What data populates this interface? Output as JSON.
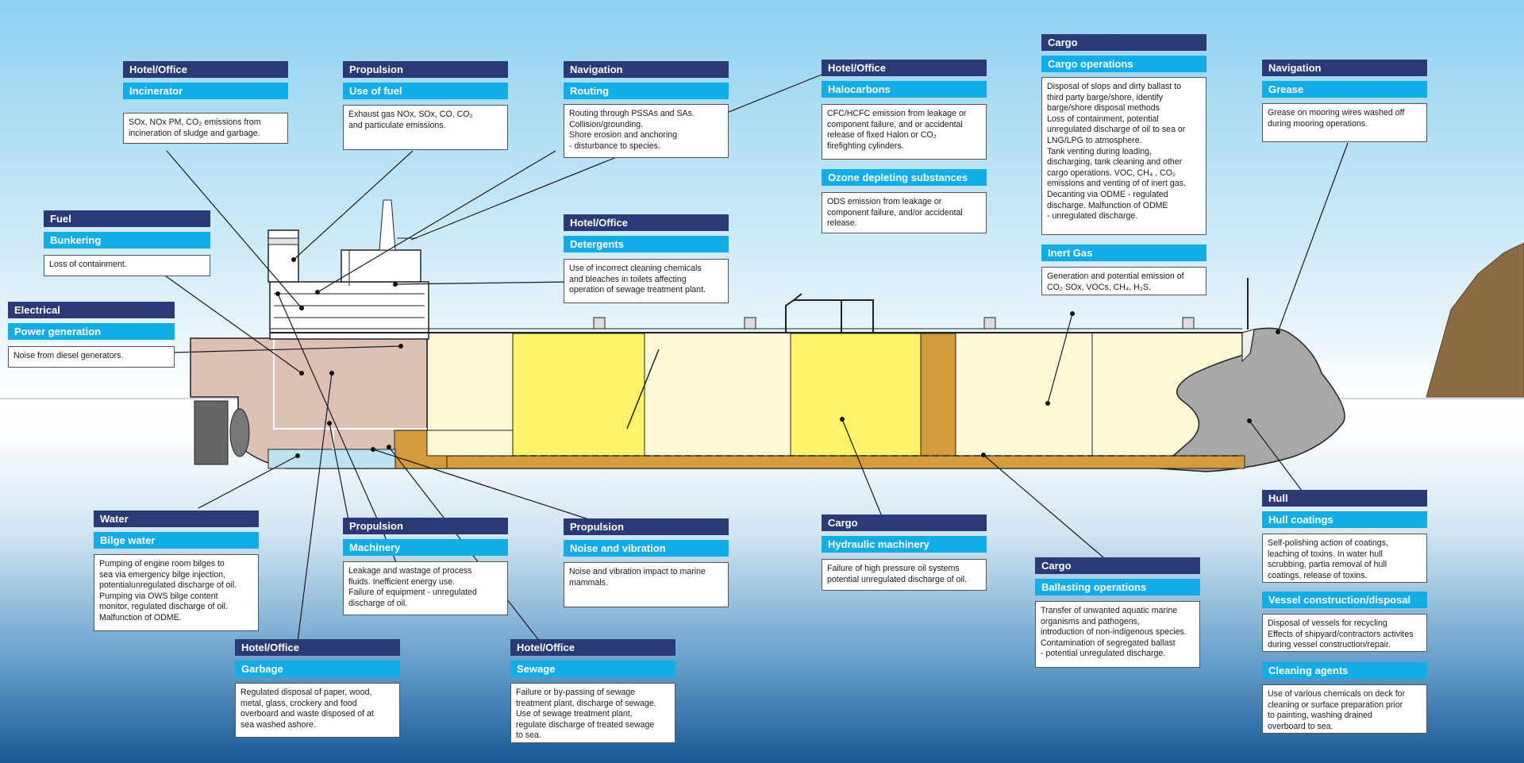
{
  "title": "",
  "cards": [
    {
      "id": "incinerator",
      "category": "Hotel/Office",
      "subcategory": "Incinerator",
      "description": "SOx, NOx PM, CO₂ emissions from\nincineration of sludge and garbage."
    },
    {
      "id": "use_of_fuel",
      "category": "Propulsion",
      "subcategory": "Use of fuel",
      "description": "Exhaust gas NOx, SOx, CO, CO₂\nand particulate emissions."
    },
    {
      "id": "routing",
      "category": "Navigation",
      "subcategory": "Routing",
      "description": "Routing through PSSAs and SAs.\nCollision/grounding.\nShore erosion and anchoring\n- disturbance to species."
    },
    {
      "id": "halocarbons",
      "category": "Hotel/Office",
      "subcategory": "Halocarbons",
      "description": "CFC/HCFC emission from leakage or\ncomponent failure, and or accidental\nrelease of fixed Halon or CO₂\nfirefighting cylinders."
    },
    {
      "id": "ozone",
      "category": "",
      "subcategory": "Ozone depleting substances",
      "description": "ODS emission from leakage or\ncomponent failure, and/or accidental\nrelease."
    },
    {
      "id": "cargo_operations",
      "category": "Cargo",
      "subcategory": "Cargo operations",
      "description": "Disposal of slops and dirty ballast to\nthird party barge/shore, identify\nbarge/shore disposal methods\nLoss of containment, potential\nunregulated discharge of oil to sea or\nLNG/LPG to atmosphere.\nTank venting during loading,\ndischarging, tank cleaning and other\ncargo operations. VOC, CH₄ , CO₂\nemissions and venting of of inert gas.\nDecanting via ODME - regulated\ndischarge. Malfunction of ODME\n- unregulated discharge."
    },
    {
      "id": "inert_gas",
      "category": "",
      "subcategory": "Inert Gas",
      "description": "Generation and potential emission of\nCO₂ SOx, VOCs, CH₄, H₂S."
    },
    {
      "id": "grease",
      "category": "Navigation",
      "subcategory": "Grease",
      "description": "Grease on mooring wires washed off\nduring mooring operations."
    },
    {
      "id": "bunkering",
      "category": "Fuel",
      "subcategory": "Bunkering",
      "description": "Loss of containment."
    },
    {
      "id": "power_generation",
      "category": "Electrical",
      "subcategory": "Power generation",
      "description": "Noise from diesel generators."
    },
    {
      "id": "detergents",
      "category": "Hotel/Office",
      "subcategory": "Detergents",
      "description": "Use of incorrect cleaning chemicals\nand bleaches in toilets affecting\noperation of sewage treatment plant."
    },
    {
      "id": "bilge_water",
      "category": "Water",
      "subcategory": "Bilge water",
      "description": "Pumping of engine room bilges to\nsea via emergency bilge injection,\npotentialunregulated discharge of oil.\nPumping via OWS bilge content\nmonitor, regulated discharge of oil.\nMalfunction of ODME."
    },
    {
      "id": "machinery",
      "category": "Propulsion",
      "subcategory": "Machinery",
      "description": "Leakage and wastage of process\nfluids. Inefficient energy use.\nFailure of equipment - unregulated\ndischarge of oil."
    },
    {
      "id": "noise_vibration",
      "category": "Propulsion",
      "subcategory": "Noise and vibration",
      "description": "Noise and vibration impact to marine\nmammals."
    },
    {
      "id": "hydraulic",
      "category": "Cargo",
      "subcategory": "Hydraulic machinery",
      "description": "Failure of high pressure oil systems\npotential unregulated discharge of oil."
    },
    {
      "id": "ballasting",
      "category": "Cargo",
      "subcategory": "Ballasting operations",
      "description": "Transfer of unwanted aquatic marine\norganisms and pathogens,\nintroduction of non-indigenous species.\nContamination of segregated ballast\n- potential unregulated discharge."
    },
    {
      "id": "hull_coatings",
      "category": "Hull",
      "subcategory": "Hull coatings",
      "description": "Self-polishing action of coatings,\nleaching of toxins. In water hull\nscrubbing, partia removal of hull\ncoatings, release of toxins."
    },
    {
      "id": "vessel_construction",
      "category": "",
      "subcategory": "Vessel construction/disposal",
      "description": "Disposal of vessels for recycling\nEffects of shipyard/contractors activites\nduring vessel construction/repair."
    },
    {
      "id": "cleaning_agents",
      "category": "",
      "subcategory": "Cleaning agents",
      "description": "Use of various chemicals on deck for\ncleaning or surface preparation prior\nto painting, washing drained\noverboard to sea."
    },
    {
      "id": "garbage",
      "category": "Hotel/Office",
      "subcategory": "Garbage",
      "description": "Regulated disposal of paper, wood,\nmetal, glass, crockery and food\noverboard and waste disposed of at\nsea washed ashore."
    },
    {
      "id": "sewage",
      "category": "Hotel/Office",
      "subcategory": "Sewage",
      "description": "Failure or by-passing of sewage\ntreatment plant, discharge of sewage.\nUse of sewage treatment plant,\nregulate discharge of treated sewage\nto sea."
    }
  ],
  "colors": {
    "category_bar": "#2a3a77",
    "subcategory_bar": "#12ade6",
    "cargo_tank_pale": "#fff8d6",
    "cargo_tank_yellow": "#fff36c",
    "cofferdam": "#d49a3e",
    "engine_room": "#dcc1b4",
    "hull_grey": "#9a9a9a",
    "land": "#8b6a44"
  }
}
